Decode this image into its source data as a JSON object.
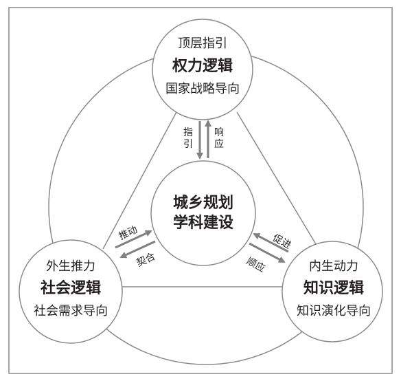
{
  "nodes": {
    "top": {
      "sub": "顶层指引",
      "main": "权力逻辑",
      "desc": "国家战略导向"
    },
    "left": {
      "sub": "外生推力",
      "main": "社会逻辑",
      "desc": "社会需求导向"
    },
    "right": {
      "sub": "内生动力",
      "main": "知识逻辑",
      "desc": "知识演化导向"
    },
    "center": {
      "line1": "城乡规划",
      "line2": "学科建设"
    }
  },
  "arrows": {
    "top_down": "指引",
    "top_up": "响应",
    "left_out": "推动",
    "left_in": "契合",
    "right_out": "促进",
    "right_in": "顺应"
  },
  "colors": {
    "stroke": "#8a8a8a",
    "arrow": "#808080",
    "text": "#231f20"
  }
}
